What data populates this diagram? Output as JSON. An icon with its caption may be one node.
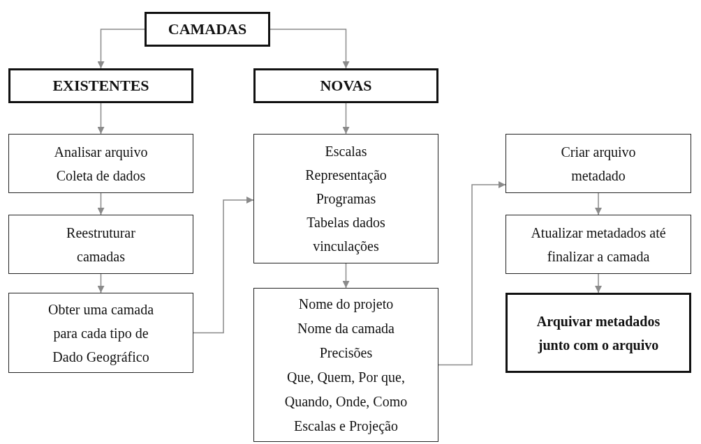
{
  "diagram": {
    "nodes": [
      {
        "text": [
          "CAMADAS"
        ]
      },
      {
        "text": [
          "EXISTENTES"
        ]
      },
      {
        "text": [
          "NOVAS"
        ]
      },
      {
        "text": [
          "Analisar arquivo",
          "Coleta de dados"
        ]
      },
      {
        "text": [
          "Reestruturar camadas"
        ]
      },
      {
        "text": [
          "Obter uma camada para cada tipo de Dado Geográfico"
        ]
      },
      {
        "text": [
          "Escalas",
          "Representação",
          "Programas",
          "Tabelas dados",
          "vinculações"
        ]
      },
      {
        "text": [
          "Nome do projeto",
          "Nome da camada",
          "Precisões",
          "Que, Quem, Por que, Quando, Onde, Como",
          "Escalas e Projeção"
        ]
      },
      {
        "text": [
          "Criar arquivo metadado"
        ]
      },
      {
        "text": [
          "Atualizar metadados até finalizar a camada"
        ]
      },
      {
        "text": [
          "Arquivar metadados junto com o arquivo"
        ]
      }
    ],
    "edges": [
      {
        "from": 0,
        "to": 1,
        "arrow": "to"
      },
      {
        "from": 0,
        "to": 2,
        "arrow": "to"
      },
      {
        "from": 1,
        "to": 3,
        "arrow": "to"
      },
      {
        "from": 3,
        "to": 4,
        "arrow": "to"
      },
      {
        "from": 4,
        "to": 5,
        "arrow": "to"
      },
      {
        "from": 5,
        "to": 6,
        "arrow": "to"
      },
      {
        "from": 2,
        "to": 6,
        "arrow": "to"
      },
      {
        "from": 6,
        "to": 7,
        "arrow": "to"
      },
      {
        "from": 7,
        "to": 8,
        "arrow": "to"
      },
      {
        "from": 8,
        "to": 9,
        "arrow": "to"
      },
      {
        "from": 9,
        "to": 10,
        "arrow": "to"
      }
    ]
  }
}
